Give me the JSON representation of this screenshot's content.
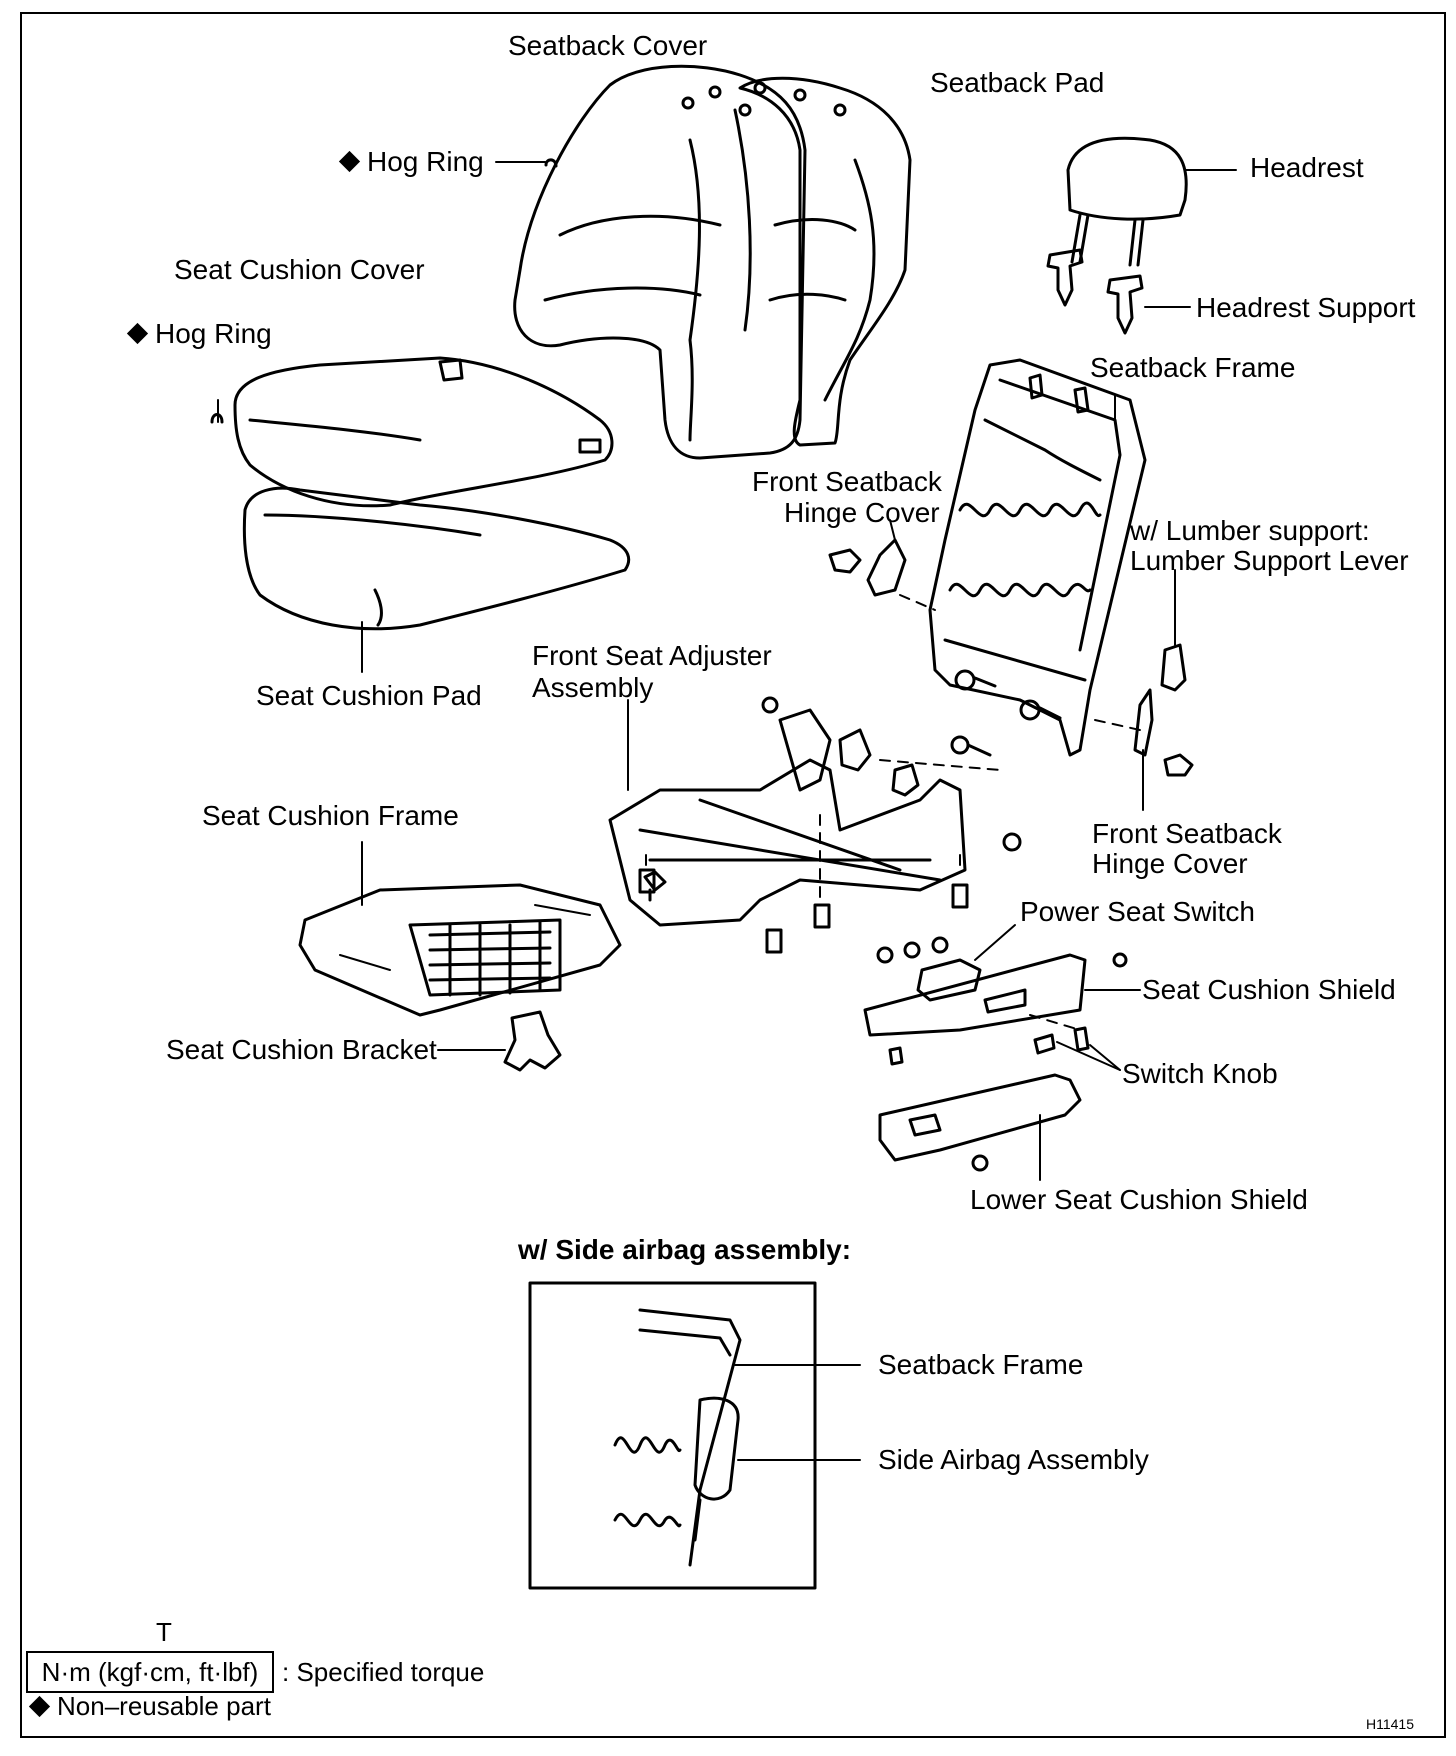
{
  "parts": {
    "seatback_cover": "Seatback Cover",
    "seatback_pad": "Seatback Pad",
    "hog_ring": "Hog Ring",
    "headrest": "Headrest",
    "seat_cushion_cover": "Seat Cushion Cover",
    "headrest_support": "Headrest Support",
    "seatback_frame": "Seatback Frame",
    "front_seatback_hinge_cover_1": "Front Seatback",
    "front_seatback_hinge_cover_2": "Hinge Cover",
    "lumber_support_1": "w/ Lumber support:",
    "lumber_support_2": "Lumber Support Lever",
    "front_seat_adjuster_1": "Front Seat Adjuster",
    "front_seat_adjuster_2": "Assembly",
    "seat_cushion_pad": "Seat Cushion Pad",
    "seat_cushion_frame": "Seat Cushion Frame",
    "power_seat_switch": "Power Seat Switch",
    "seat_cushion_shield": "Seat Cushion Shield",
    "seat_cushion_bracket": "Seat Cushion Bracket",
    "switch_knob": "Switch Knob",
    "lower_seat_cushion_shield": "Lower Seat Cushion Shield"
  },
  "inset": {
    "title": "w/ Side airbag assembly:",
    "seatback_frame": "Seatback Frame",
    "side_airbag": "Side Airbag Assembly"
  },
  "legend": {
    "torque_mark": "T",
    "torque_units": "N·m (kgf·cm, ft·lbf)",
    "torque_desc": ": Specified torque",
    "nonreusable": "Non–reusable part"
  },
  "figure_ref": "H11415"
}
